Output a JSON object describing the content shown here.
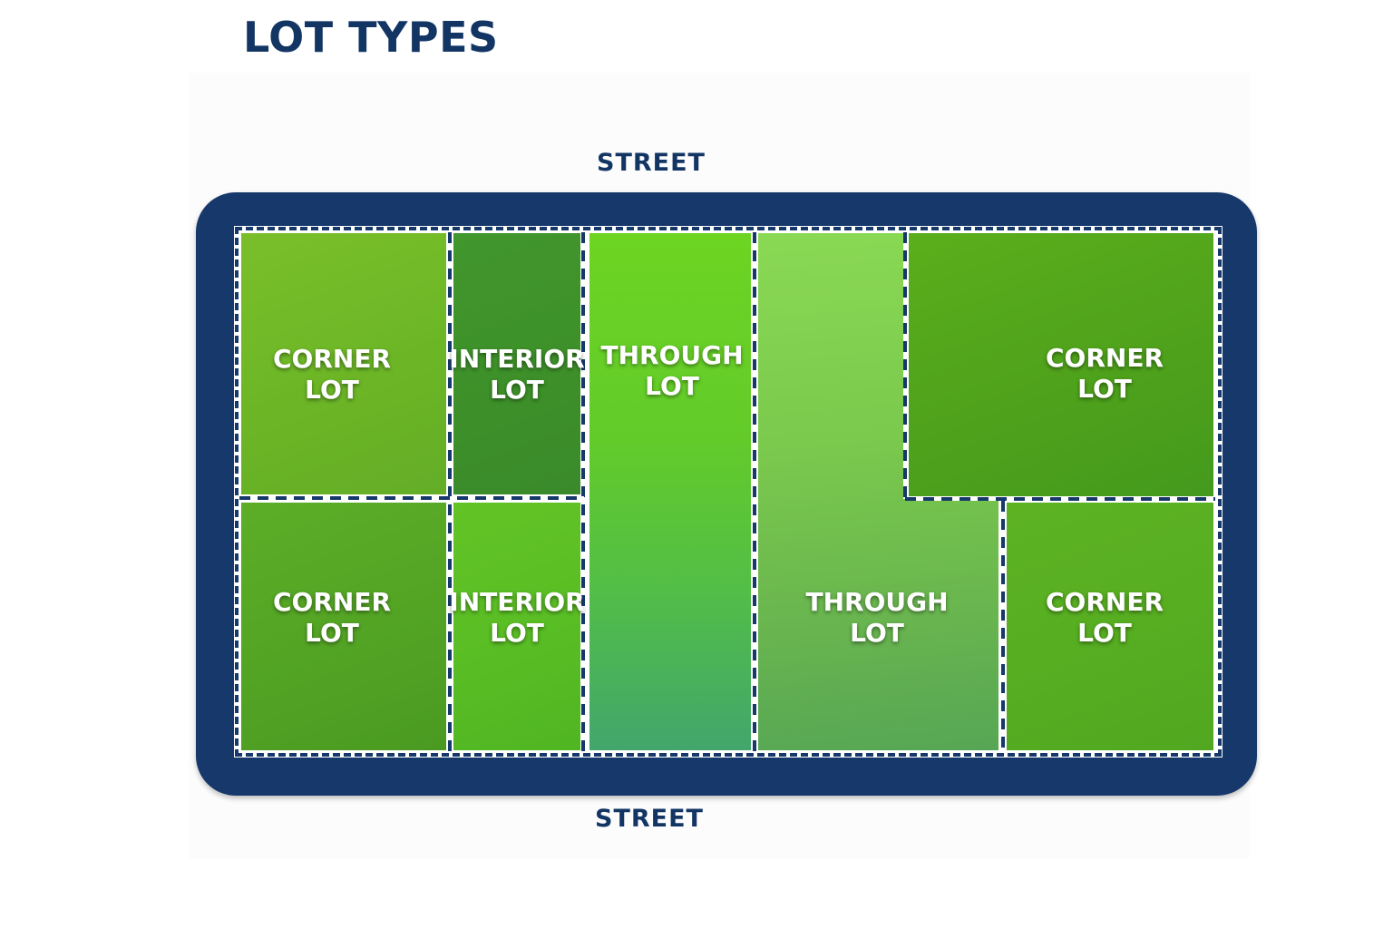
{
  "title": "LOT TYPES",
  "streets": {
    "top": "STREET",
    "bottom": "STREET"
  },
  "lots": [
    {
      "type": "corner",
      "lines": [
        "CORNER",
        "LOT"
      ],
      "color": "#6cb626"
    },
    {
      "type": "interior",
      "lines": [
        "INTERIOR",
        "LOT"
      ],
      "color": "#3d9029"
    },
    {
      "type": "through",
      "lines": [
        "THROUGH",
        "LOT"
      ],
      "color": "#62cb2a"
    },
    {
      "type": "through",
      "lines": [
        "THROUGH",
        "LOT"
      ],
      "color": "#7bc94d"
    },
    {
      "type": "corner",
      "lines": [
        "CORNER",
        "LOT"
      ],
      "color": "#4fa21b"
    },
    {
      "type": "corner",
      "lines": [
        "CORNER",
        "LOT"
      ],
      "color": "#52a324"
    },
    {
      "type": "interior",
      "lines": [
        "INTERIOR",
        "LOT"
      ],
      "color": "#58bd24"
    },
    {
      "type": "corner",
      "lines": [
        "CORNER",
        "LOT"
      ],
      "color": "#56ad21"
    }
  ],
  "colors": {
    "road": "#16386a",
    "title": "#123564",
    "lot_boundary": "#ffffff"
  }
}
